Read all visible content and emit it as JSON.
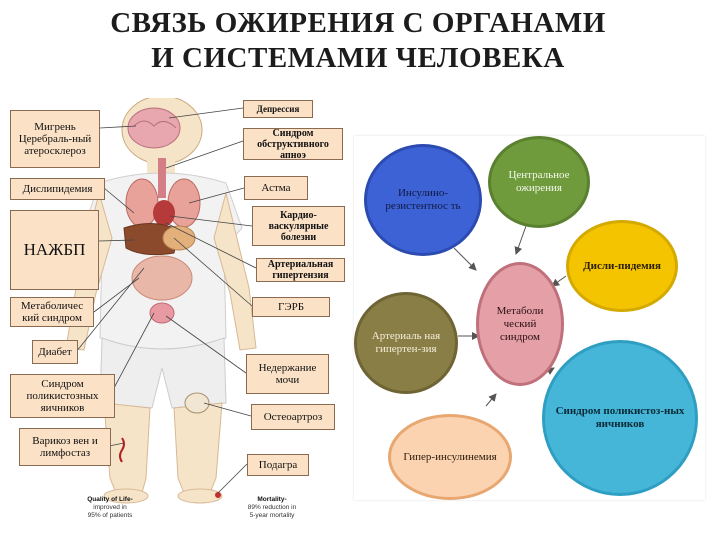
{
  "title": {
    "line1": "СВЯЗЬ ОЖИРЕНИЯ С ОРГАНАМИ",
    "line2": "И СИСТЕМАМИ ЧЕЛОВЕКА"
  },
  "left_labels": {
    "migraine": "Мигрень Церебраль-ный атеросклероз",
    "dyslipidemia": "Дислипидемия",
    "nazhbp": "НАЖБП",
    "metabolic": "Метаболичес кий синдром",
    "diabetes": "Диабет",
    "pcos": "Синдром поликистозных яичников",
    "varicose": "Варикоз вен и лимфостаз"
  },
  "right_labels": {
    "depression": "Депрессия",
    "apnea": "Синдром обструктивного апноэ",
    "asthma": "Астма",
    "cardio": "Кардио-васкулярные болезни",
    "hypertension": "Артериальная гипертензия",
    "gerd": "ГЭРБ",
    "incontinence": "Недержание мочи",
    "osteoarthritis": "Остеоартроз",
    "gout": "Подагра"
  },
  "footer": {
    "quality_title": "Quality of Life-",
    "quality_line1": "improved in",
    "quality_line2": "95% of patients",
    "mortality_title": "Mortality-",
    "mortality_line1": "89% reduction in",
    "mortality_line2": "5-year mortality"
  },
  "circles": {
    "insulin": "Инсулино-резистентнос ть",
    "central": "Центральное ожирения",
    "dyslipidemia": "Дисли-пидемия",
    "metabolic": "Метаболи ческий синдром",
    "hypertension": "Артериаль ная гипертен-зия",
    "pcos": "Синдром поликистоз-ных яичников",
    "hyperinsulinemia": "Гипер-инсулинемия"
  },
  "colors": {
    "label_fill": "#fbe1c6",
    "insulin": "#3d62d6",
    "central": "#6f9b3c",
    "dyslipidemia": "#f5c400",
    "metabolic": "#e4a0a6",
    "hypertension": "#8a7e47",
    "pcos": "#46b6d8",
    "hyperinsulinemia": "#fbd3b0"
  }
}
